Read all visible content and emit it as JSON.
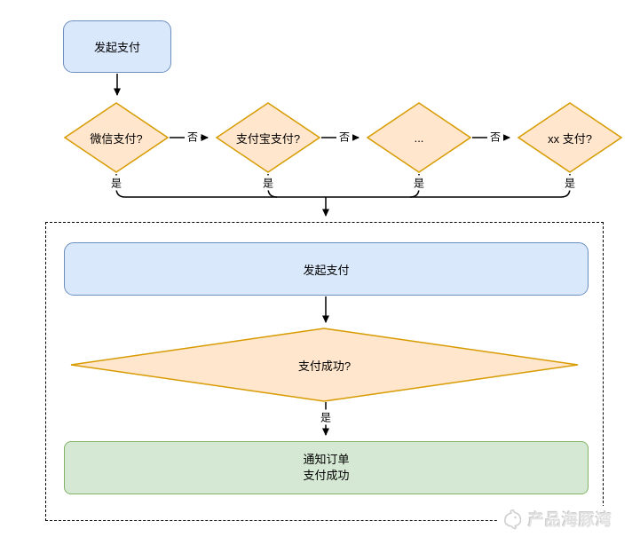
{
  "top_flow": {
    "start": "发起支付",
    "decisions": [
      {
        "label": "微信支付?",
        "no": "否",
        "yes": "是"
      },
      {
        "label": "支付宝支付?",
        "no": "否",
        "yes": "是"
      },
      {
        "label": "...",
        "no": "否",
        "yes": "是"
      },
      {
        "label": "xx 支付?",
        "yes": "是"
      }
    ]
  },
  "subprocess": {
    "initiate": "发起支付",
    "decision": "支付成功?",
    "yes": "是",
    "notify_line1": "通知订单",
    "notify_line2": "支付成功"
  },
  "watermark": {
    "text": "产品海豚湾"
  },
  "colors": {
    "process_fill": "#dae8fc",
    "process_border": "#6c8ebf",
    "decision_fill": "#ffe6cc",
    "decision_border": "#d79b00",
    "success_fill": "#d5e8d4",
    "success_border": "#82b366",
    "line": "#000000"
  }
}
